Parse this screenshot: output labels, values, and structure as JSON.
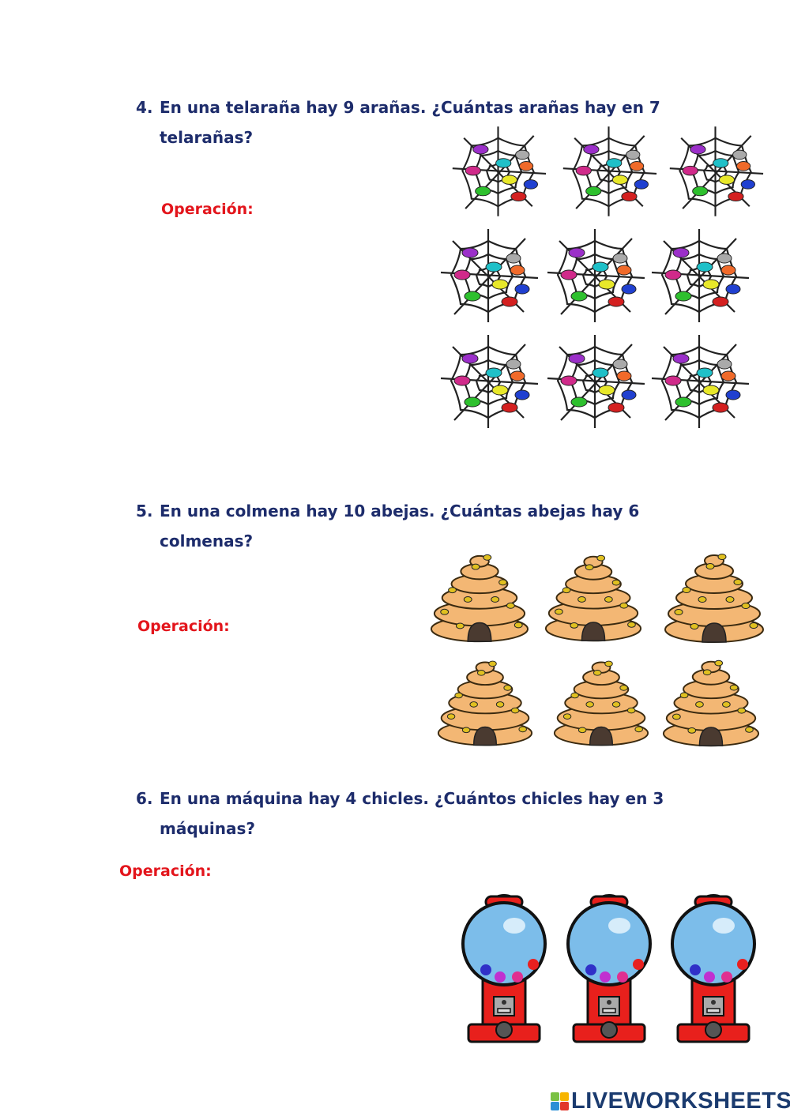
{
  "questions": [
    {
      "number": "4.",
      "line1": "En una telaraña hay 9 arañas. ¿Cuántas arañas hay en 7",
      "line2": "telarañas?",
      "operation_label": "Operación:",
      "image": "spider-web",
      "image_count": 9
    },
    {
      "number": "5.",
      "line1": "En una colmena hay 10 abejas. ¿Cuántas abejas hay 6",
      "line2": "colmenas?",
      "operation_label": "Operación:",
      "image": "beehive",
      "image_count": 6
    },
    {
      "number": "6.",
      "line1": "En una máquina hay 4 chicles. ¿Cuántos chicles hay en 3",
      "line2": "máquinas?",
      "operation_label": "Operación:",
      "image": "gumball-machine",
      "image_count": 3
    }
  ],
  "footer": {
    "logo_text": "LIVEWORKSHEETS",
    "logo_letters": [
      "L",
      "I",
      "V",
      "E"
    ]
  },
  "colors": {
    "question_text": "#1d2c6b",
    "operation_label": "#e3151c",
    "logo": "#1b3b6f"
  }
}
